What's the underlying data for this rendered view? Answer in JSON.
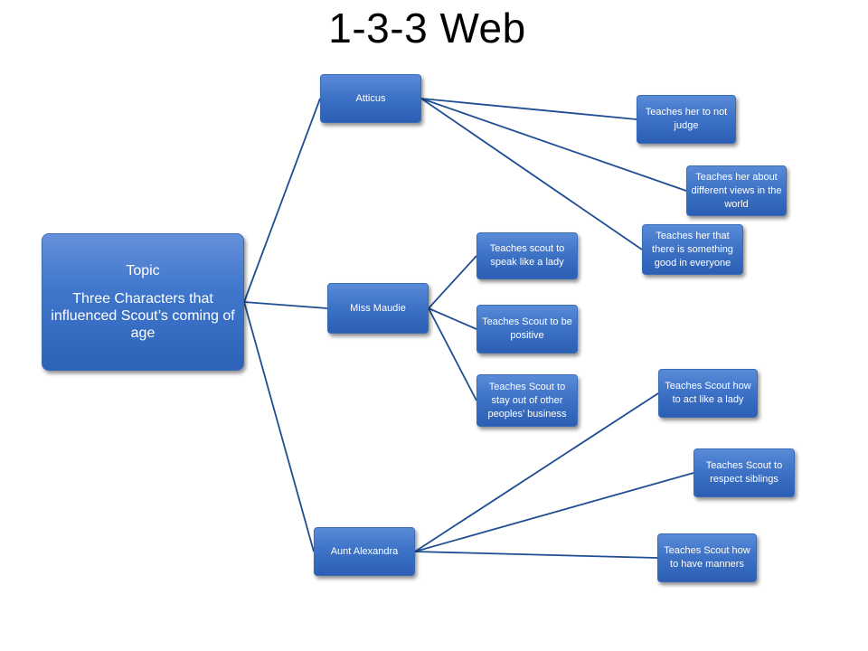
{
  "title": "1-3-3 Web",
  "topic": {
    "heading": "Topic",
    "text": "Three Characters that influenced Scout’s coming of age"
  },
  "characters": [
    {
      "name": "Atticus",
      "lessons": [
        "Teaches her to not judge",
        "Teaches her about different views in the world",
        "Teaches her that there is something good in everyone"
      ]
    },
    {
      "name": "Miss Maudie",
      "lessons": [
        "Teaches scout to speak like a lady",
        "Teaches Scout to be positive",
        "Teaches Scout to stay out of other peoples’ business"
      ]
    },
    {
      "name": "Aunt Alexandra",
      "lessons": [
        "Teaches Scout how to act like a lady",
        "Teaches Scout to respect siblings",
        "Teaches Scout how to have manners"
      ]
    }
  ],
  "colors": {
    "box_fill": "#3e73c7",
    "line": "#1f4e93",
    "text": "#ffffff"
  }
}
